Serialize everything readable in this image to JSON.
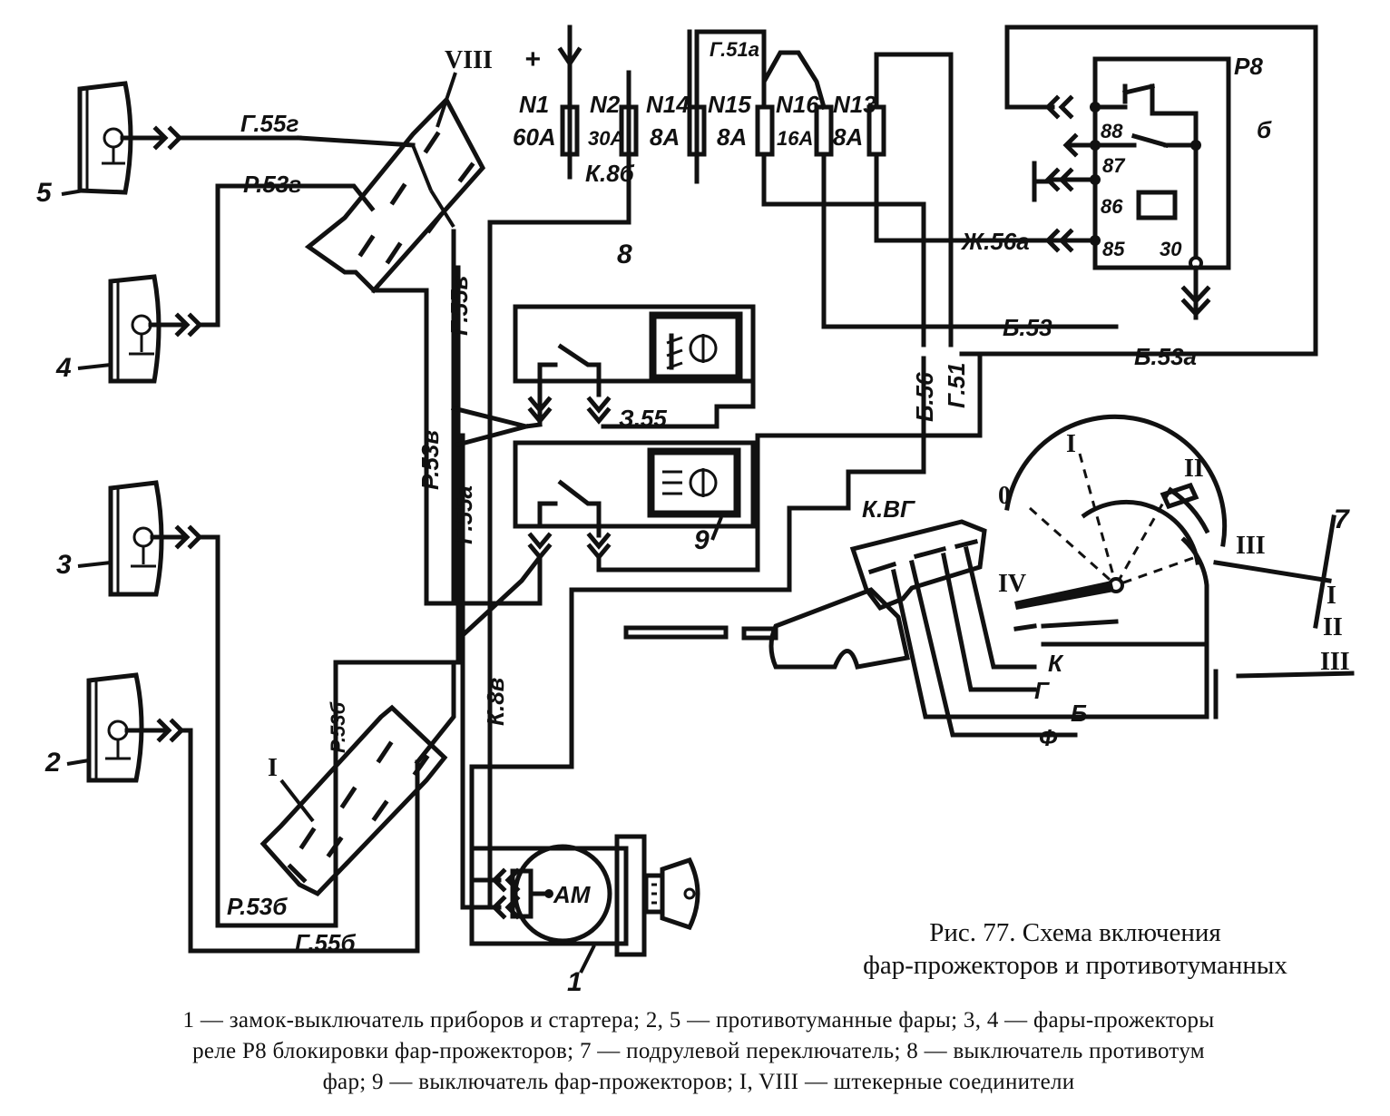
{
  "figure": {
    "caption_line1": "Рис. 77. Схема включения",
    "caption_line2": "фар-прожекторов и противотуманных",
    "legend": [
      "1 — замок-выключатель приборов и стартера; 2, 5 — противотуманные фары; 3, 4 — фары-прожекторы",
      "реле Р8 блокировки фар-прожекторов; 7 — подрулевой переключатель; 8 — выключатель противотум",
      "фар; 9 — выключатель фар-прожекторов; I, VIII — штекерные соединители"
    ]
  },
  "components": {
    "lamp5": "5",
    "lamp4": "4",
    "lamp3": "3",
    "lamp2": "2",
    "conn_viii": "VIII",
    "conn_i": "I",
    "switch8": "8",
    "switch9": "9",
    "lock1": "1",
    "lock_am": "АМ",
    "relay": "Р8",
    "relay_b": "б",
    "stalk7": "7",
    "plus": "+"
  },
  "fuses": [
    {
      "name": "N1",
      "rating": "60А"
    },
    {
      "name": "N2",
      "rating": "30А"
    },
    {
      "name": "N14",
      "rating": "8А"
    },
    {
      "name": "N15",
      "rating": "8А"
    },
    {
      "name": "N16",
      "rating": "16А"
    },
    {
      "name": "N13",
      "rating": "8А"
    }
  ],
  "relay_pins": [
    "88",
    "87",
    "86",
    "85",
    "30"
  ],
  "wires": {
    "g55g": "Г.55г",
    "r53g": "Р.53г",
    "g55v": "Г.55в",
    "r53v": "Р.53в",
    "g55a": "Г.55а",
    "k8v": "К.8в",
    "k8b": "К.8б",
    "g51a": "Г.51а",
    "zh56a": "Ж.56а",
    "b53": "Б.53",
    "b53a": "Б.53а",
    "b56": "Б.56",
    "g51": "Г.51",
    "z55": "З.55",
    "kvg": "К.ВГ",
    "r53b_top": "Р.53б",
    "r53b_bot": "Р.53б",
    "g55b": "Г.55б",
    "k": "К",
    "g": "Г",
    "b": "Б",
    "f": "Ф"
  },
  "stalk_positions": [
    "0",
    "I",
    "II",
    "III",
    "IV"
  ],
  "stalk_right": [
    "I",
    "II",
    "III"
  ]
}
